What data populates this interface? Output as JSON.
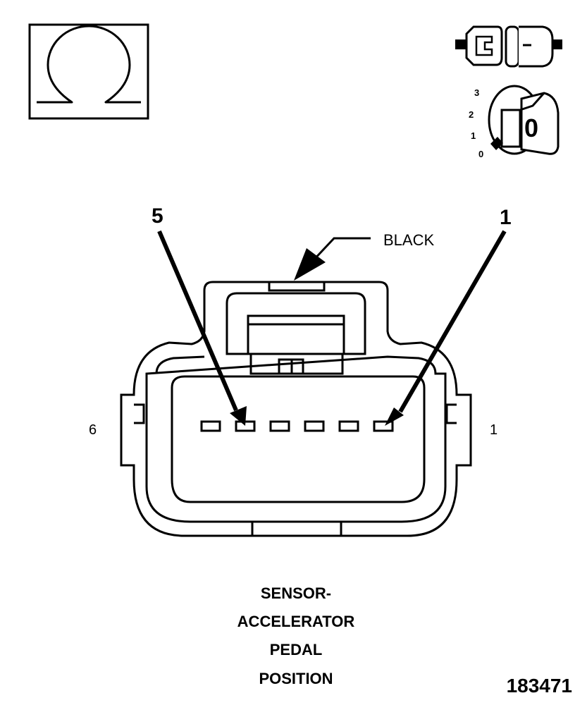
{
  "ohmmeter": {
    "symbol": "Ω",
    "icon": "ohmmeter-icon"
  },
  "connector_status": {
    "icon": "connector-disconnected-icon"
  },
  "ignition": {
    "icon": "ignition-key-icon",
    "positions": [
      "3",
      "2",
      "1",
      "0"
    ],
    "key_mark": "0"
  },
  "callouts": {
    "pin_5": "5",
    "pin_1": "1",
    "color": "BLACK"
  },
  "connector": {
    "left_end_label": "6",
    "right_end_label": "1",
    "cavity_count": 6,
    "highlighted_cavities": [
      5,
      1
    ]
  },
  "title_lines": [
    "SENSOR-",
    "ACCELERATOR",
    "PEDAL",
    "POSITION"
  ],
  "figure_id": "183471"
}
